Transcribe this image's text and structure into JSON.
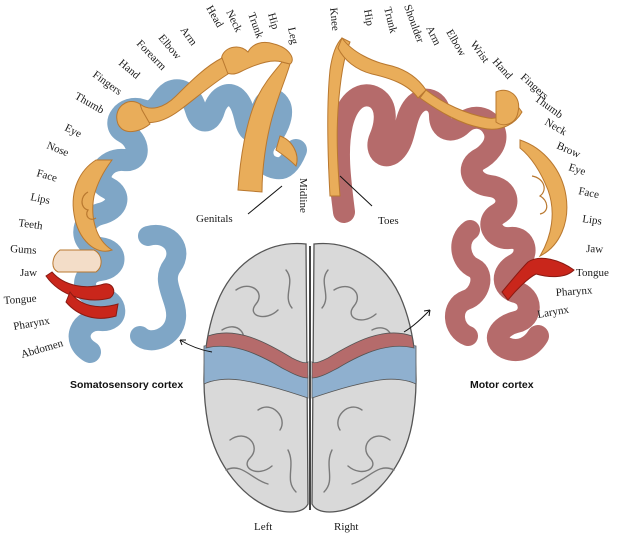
{
  "diagram": {
    "left_caption": "Somatosensory cortex",
    "right_caption": "Motor cortex",
    "bottom_left": "Left",
    "bottom_right": "Right",
    "midline": "Midline",
    "genitals": "Genitals",
    "toes": "Toes",
    "sensory_labels": [
      "Leg",
      "Hip",
      "Trunk",
      "Neck",
      "Head",
      "Arm",
      "Elbow",
      "Forearm",
      "Hand",
      "Fingers",
      "Thumb",
      "Eye",
      "Nose",
      "Face",
      "Lips",
      "Teeth",
      "Gums",
      "Jaw",
      "Tongue",
      "Pharynx",
      "Abdomen"
    ],
    "motor_labels": [
      "Knee",
      "Hip",
      "Trunk",
      "Shoulder",
      "Arm",
      "Elbow",
      "Wrist",
      "Hand",
      "Fingers",
      "Thumb",
      "Neck",
      "Brow",
      "Eye",
      "Face",
      "Lips",
      "Jaw",
      "Tongue",
      "Pharynx",
      "Larynx"
    ],
    "colors": {
      "sensory_strip": "#7fa6c6",
      "motor_strip": "#b56b6b",
      "homunculus": "#e9ad5a",
      "tongue": "#c9261b",
      "brain": "#d9d9d9"
    }
  }
}
